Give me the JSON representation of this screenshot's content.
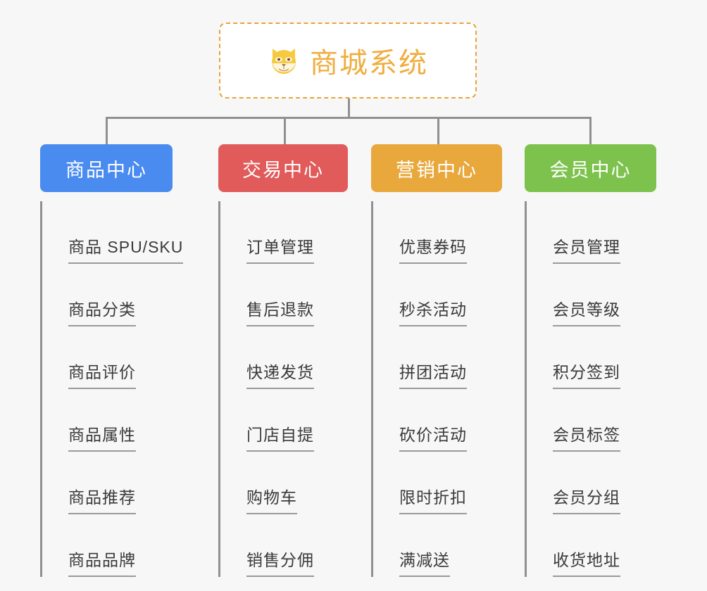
{
  "page": {
    "background_color": "#f7f7f7",
    "line_color": "#909090"
  },
  "root": {
    "title": "商城系统",
    "icon": "dog-face-emoji",
    "text_color": "#f0ad3e",
    "border_color": "#e8a33d",
    "background_color": "#ffffff"
  },
  "columns": [
    {
      "title": "商品中心",
      "color": "#4a8bf0",
      "items": [
        "商品 SPU/SKU",
        "商品分类",
        "商品评价",
        "商品属性",
        "商品推荐",
        "商品品牌"
      ]
    },
    {
      "title": "交易中心",
      "color": "#e15b5b",
      "items": [
        "订单管理",
        "售后退款",
        "快递发货",
        "门店自提",
        "购物车",
        "销售分佣"
      ]
    },
    {
      "title": "营销中心",
      "color": "#e8a83c",
      "items": [
        "优惠券码",
        "秒杀活动",
        "拼团活动",
        "砍价活动",
        "限时折扣",
        "满减送"
      ]
    },
    {
      "title": "会员中心",
      "color": "#7ec24e",
      "items": [
        "会员管理",
        "会员等级",
        "积分签到",
        "会员标签",
        "会员分组",
        "收货地址"
      ]
    }
  ]
}
